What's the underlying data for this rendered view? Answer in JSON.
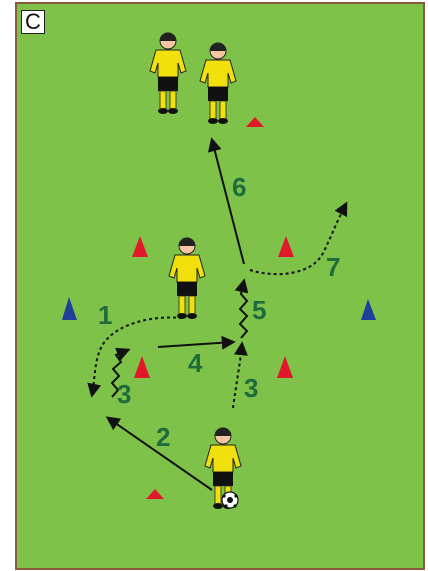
{
  "panel": {
    "letter": "C"
  },
  "colors": {
    "grass": "#7ec24a",
    "grass_border": "#8a5a3a",
    "cone_red": "#e0182a",
    "cone_blue": "#1f3f9a",
    "number_green": "#1e6b3c",
    "jersey": "#f2e00c",
    "shorts": "#111111",
    "socks": "#f2e00c"
  },
  "step_labels": [
    "1",
    "2",
    "3",
    "3",
    "4",
    "5",
    "6",
    "7"
  ],
  "icons": [
    "cone-red-icon",
    "cone-blue-icon",
    "player-icon",
    "ball-icon",
    "arrow-icon"
  ]
}
